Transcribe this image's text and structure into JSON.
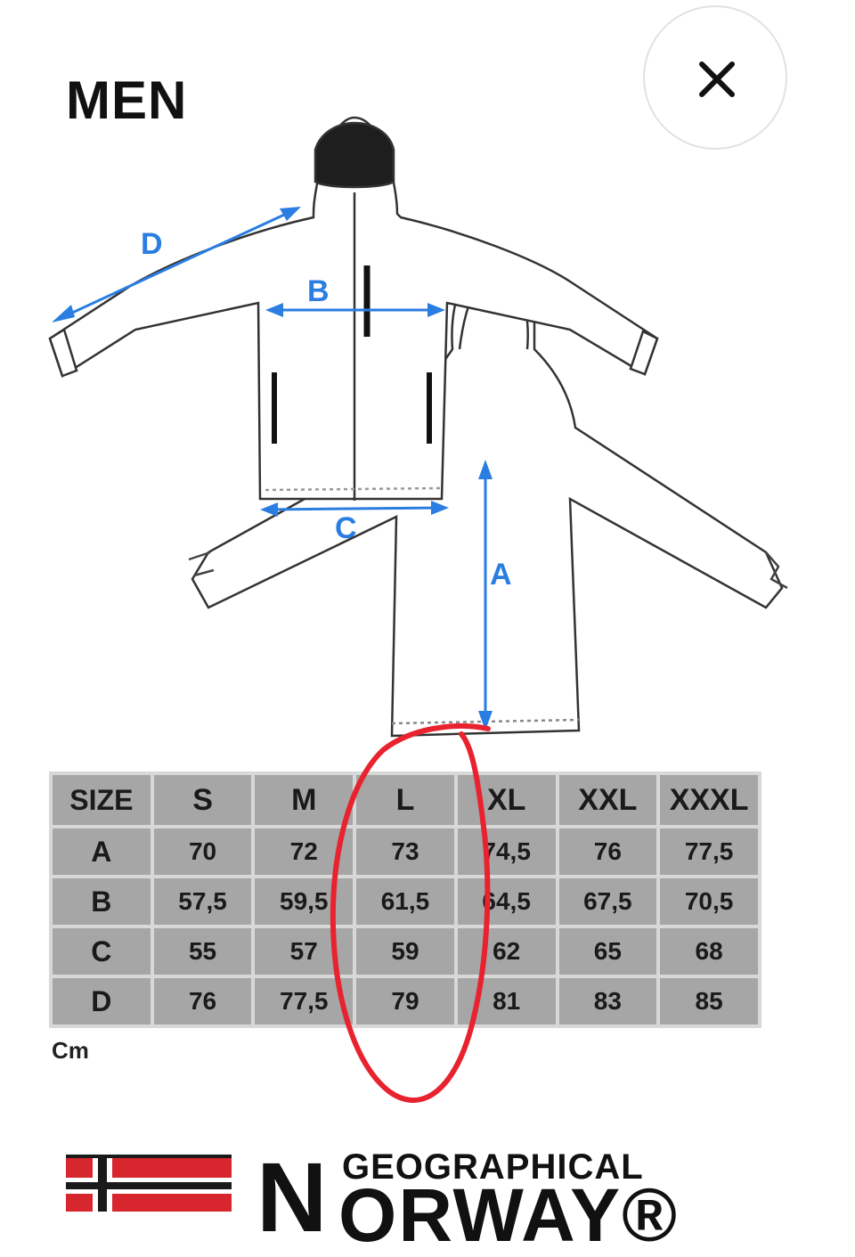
{
  "header": {
    "title": "MEN"
  },
  "close": {
    "icon": "close-icon"
  },
  "diagram": {
    "labels": {
      "a": "A",
      "b": "B",
      "c": "C",
      "d": "D"
    },
    "accent_color": "#2a7de1"
  },
  "size_table": {
    "columns": [
      "SIZE",
      "S",
      "M",
      "L",
      "XL",
      "XXL",
      "XXXL"
    ],
    "rows": [
      {
        "label": "A",
        "values": [
          "70",
          "72",
          "73",
          "74,5",
          "76",
          "77,5"
        ]
      },
      {
        "label": "B",
        "values": [
          "57,5",
          "59,5",
          "61,5",
          "64,5",
          "67,5",
          "70,5"
        ]
      },
      {
        "label": "C",
        "values": [
          "55",
          "57",
          "59",
          "62",
          "65",
          "68"
        ]
      },
      {
        "label": "D",
        "values": [
          "76",
          "77,5",
          "79",
          "81",
          "83",
          "85"
        ]
      }
    ],
    "unit": "Cm",
    "header_bg": "#a6a6a6",
    "annotation_color": "#e8222e"
  },
  "brand": {
    "line1": "GEOGRAPHICAL",
    "initial": "N",
    "line2": "ORWAY",
    "mark": "®"
  }
}
